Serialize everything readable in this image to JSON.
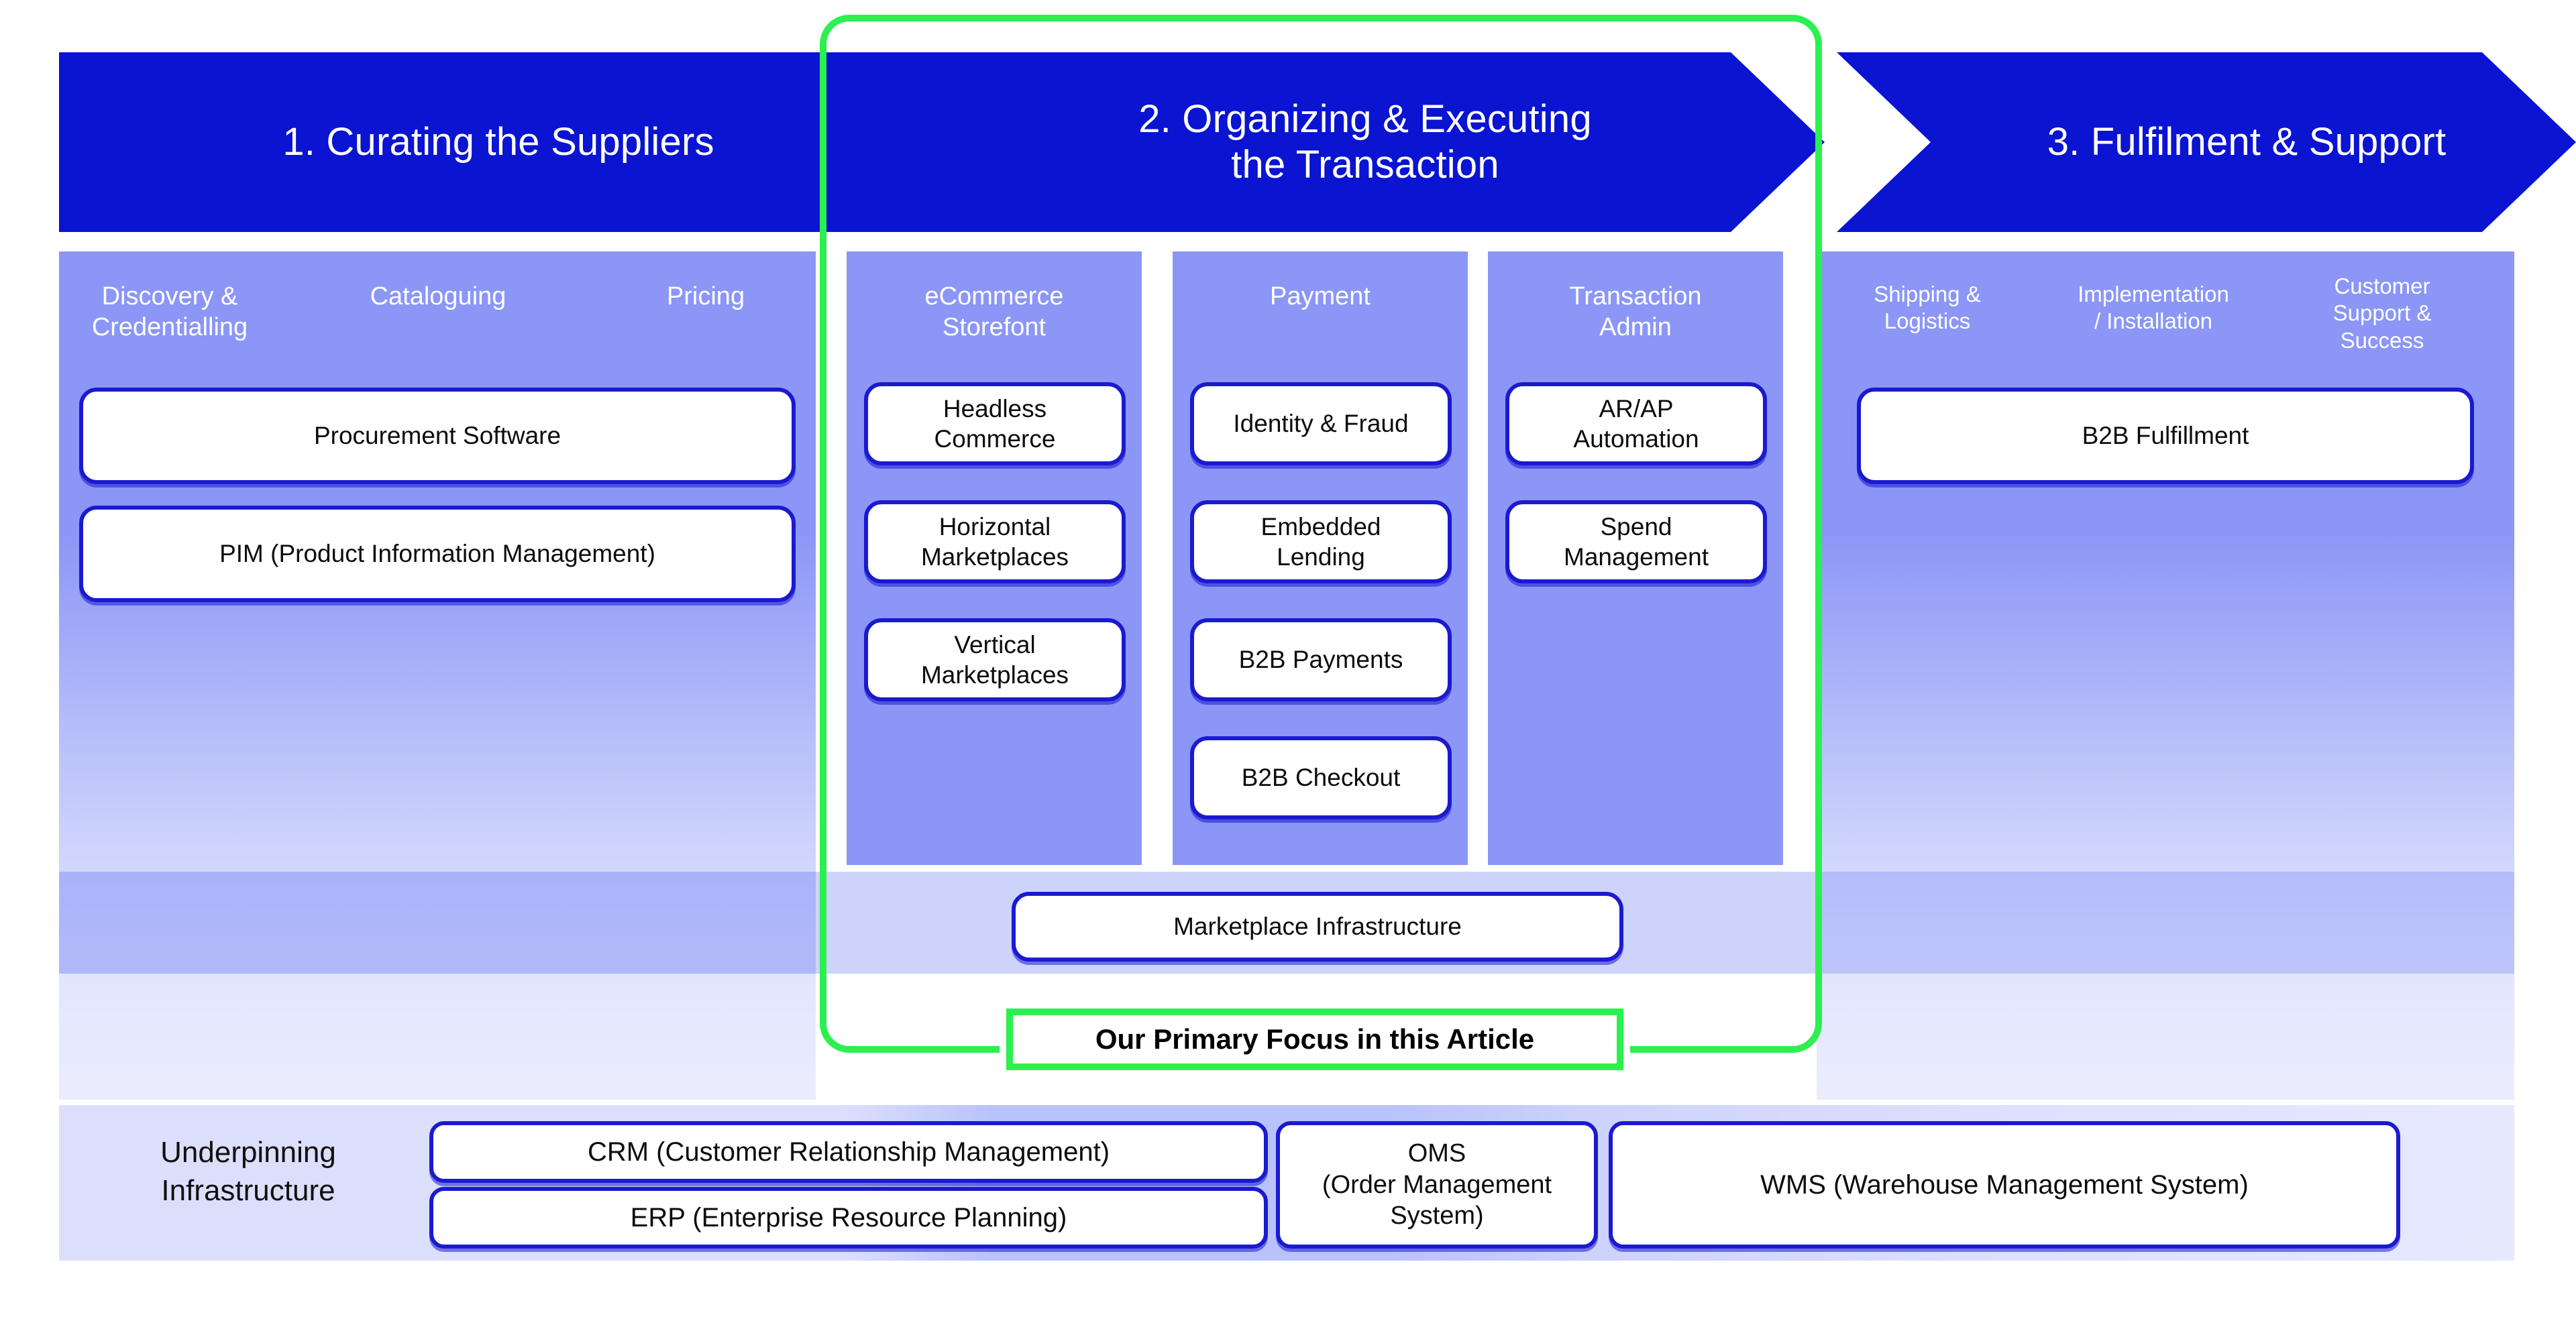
{
  "colors": {
    "deep_blue": "#0a14d1",
    "light_blue": "#8b96f7",
    "green_highlight": "#2bf04f",
    "card_border": "#1a1ad0",
    "card_fill": "#ffffff",
    "text_dark": "#0c0c0c",
    "text_light": "#ffffff"
  },
  "stages": [
    {
      "id": "stage-1",
      "banner": "1. Curating the Suppliers",
      "categories": [
        "Discovery &\nCredentialling",
        "Cataloguing",
        "Pricing"
      ],
      "cards": [
        "Procurement Software",
        "PIM (Product Information Management)"
      ]
    },
    {
      "id": "stage-2",
      "banner": "2. Organizing & Executing\nthe Transaction",
      "columns": [
        {
          "title": "eCommerce\nStorefont",
          "items": [
            "Headless\nCommerce",
            "Horizontal\nMarketplaces",
            "Vertical\nMarketplaces"
          ]
        },
        {
          "title": "Payment",
          "items": [
            "Identity & Fraud",
            "Embedded\nLending",
            "B2B Payments",
            "B2B Checkout"
          ]
        },
        {
          "title": "Transaction\nAdmin",
          "items": [
            "AR/AP\nAutomation",
            "Spend\nManagement"
          ]
        }
      ]
    },
    {
      "id": "stage-3",
      "banner": "3.  Fulfilment & Support",
      "categories": [
        "Shipping &\nLogistics",
        "Implementation\n/ Installation",
        "Customer\nSupport &\nSuccess"
      ],
      "cards": [
        "B2B Fulfillment"
      ]
    }
  ],
  "marketplace_infrastructure": "Marketplace Infrastructure",
  "focus_callout": "Our Primary Focus in this Article",
  "underpinning": {
    "label": "Underpinning\nInfrastructure",
    "items": [
      "CRM (Customer Relationship Management)",
      "ERP (Enterprise Resource Planning)",
      "OMS\n(Order Management\nSystem)",
      "WMS (Warehouse Management System)"
    ]
  }
}
